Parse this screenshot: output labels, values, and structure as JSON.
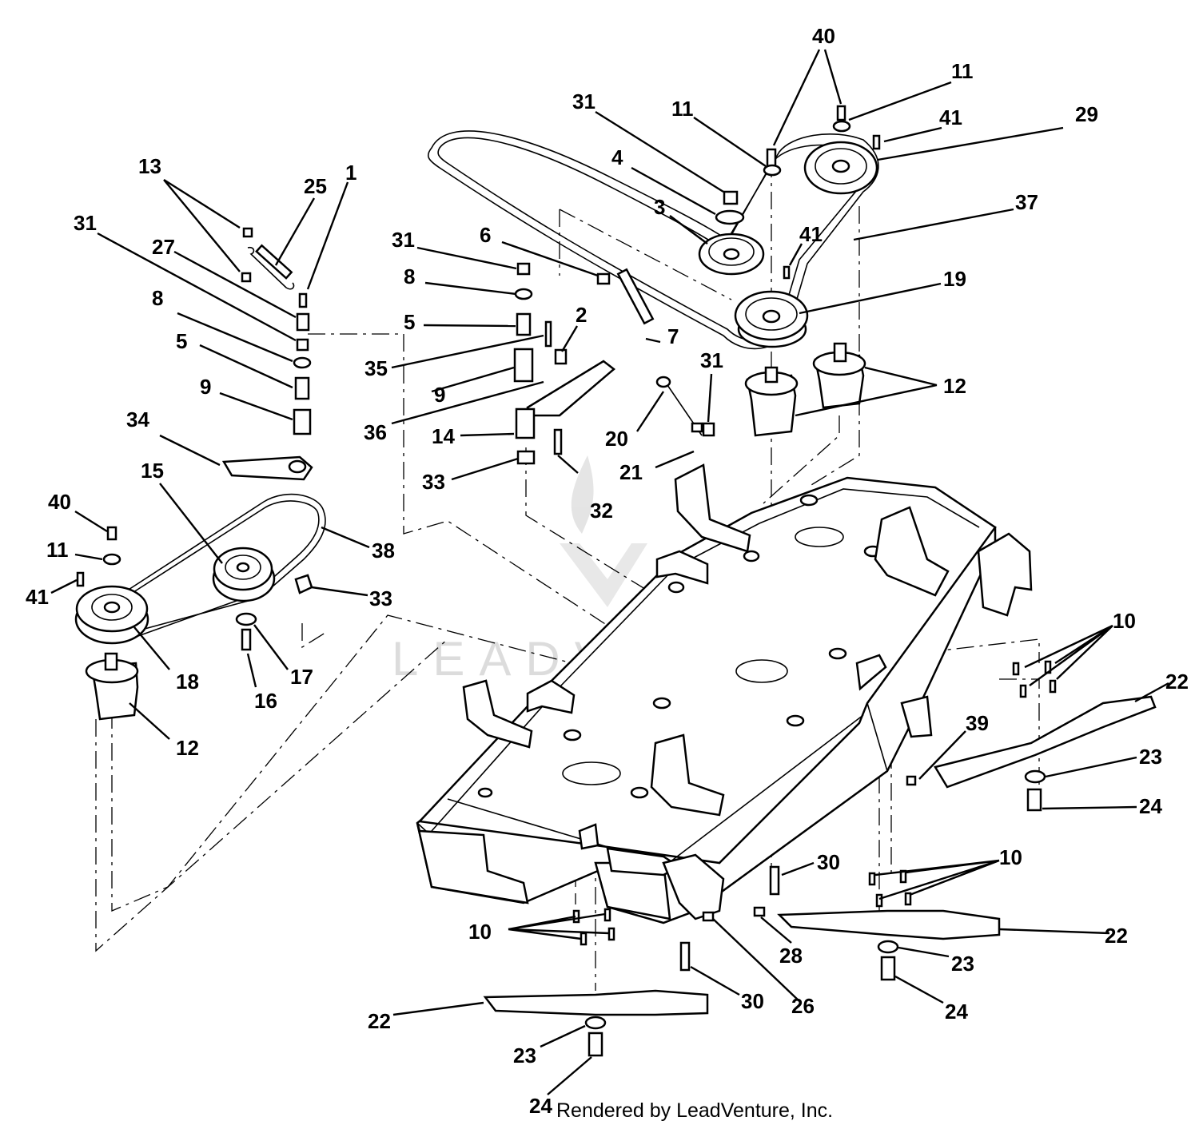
{
  "watermark": "LEADVENTURE",
  "footer": "Rendered by LeadVenture, Inc.",
  "callouts": [
    {
      "id": "c40a",
      "label": "40"
    },
    {
      "id": "c11a",
      "label": "11"
    },
    {
      "id": "c11b",
      "label": "11"
    },
    {
      "id": "c41a",
      "label": "41"
    },
    {
      "id": "c29",
      "label": "29"
    },
    {
      "id": "c31a",
      "label": "31"
    },
    {
      "id": "c4",
      "label": "4"
    },
    {
      "id": "c3",
      "label": "3"
    },
    {
      "id": "c37",
      "label": "37"
    },
    {
      "id": "c41b",
      "label": "41"
    },
    {
      "id": "c19",
      "label": "19"
    },
    {
      "id": "c12a",
      "label": "12"
    },
    {
      "id": "c13",
      "label": "13"
    },
    {
      "id": "c25",
      "label": "25"
    },
    {
      "id": "c1",
      "label": "1"
    },
    {
      "id": "c31b",
      "label": "31"
    },
    {
      "id": "c27",
      "label": "27"
    },
    {
      "id": "c8a",
      "label": "8"
    },
    {
      "id": "c5a",
      "label": "5"
    },
    {
      "id": "c9a",
      "label": "9"
    },
    {
      "id": "c31c",
      "label": "31"
    },
    {
      "id": "c6",
      "label": "6"
    },
    {
      "id": "c8b",
      "label": "8"
    },
    {
      "id": "c5b",
      "label": "5"
    },
    {
      "id": "c2",
      "label": "2"
    },
    {
      "id": "c7",
      "label": "7"
    },
    {
      "id": "c35",
      "label": "35"
    },
    {
      "id": "c9b",
      "label": "9"
    },
    {
      "id": "c31d",
      "label": "31"
    },
    {
      "id": "c36",
      "label": "36"
    },
    {
      "id": "c14",
      "label": "14"
    },
    {
      "id": "c20",
      "label": "20"
    },
    {
      "id": "c21",
      "label": "21"
    },
    {
      "id": "c33a",
      "label": "33"
    },
    {
      "id": "c32",
      "label": "32"
    },
    {
      "id": "c34",
      "label": "34"
    },
    {
      "id": "c15",
      "label": "15"
    },
    {
      "id": "c40b",
      "label": "40"
    },
    {
      "id": "c38",
      "label": "38"
    },
    {
      "id": "c11c",
      "label": "11"
    },
    {
      "id": "c41c",
      "label": "41"
    },
    {
      "id": "c33b",
      "label": "33"
    },
    {
      "id": "c18",
      "label": "18"
    },
    {
      "id": "c17",
      "label": "17"
    },
    {
      "id": "c16",
      "label": "16"
    },
    {
      "id": "c12b",
      "label": "12"
    },
    {
      "id": "c10a",
      "label": "10"
    },
    {
      "id": "c22a",
      "label": "22"
    },
    {
      "id": "c39",
      "label": "39"
    },
    {
      "id": "c23a",
      "label": "23"
    },
    {
      "id": "c24a",
      "label": "24"
    },
    {
      "id": "c30a",
      "label": "30"
    },
    {
      "id": "c10b",
      "label": "10"
    },
    {
      "id": "c10c",
      "label": "10"
    },
    {
      "id": "c28",
      "label": "28"
    },
    {
      "id": "c22b",
      "label": "22"
    },
    {
      "id": "c23b",
      "label": "23"
    },
    {
      "id": "c30b",
      "label": "30"
    },
    {
      "id": "c26",
      "label": "26"
    },
    {
      "id": "c24b",
      "label": "24"
    },
    {
      "id": "c22c",
      "label": "22"
    },
    {
      "id": "c23c",
      "label": "23"
    },
    {
      "id": "c24c",
      "label": "24"
    }
  ]
}
